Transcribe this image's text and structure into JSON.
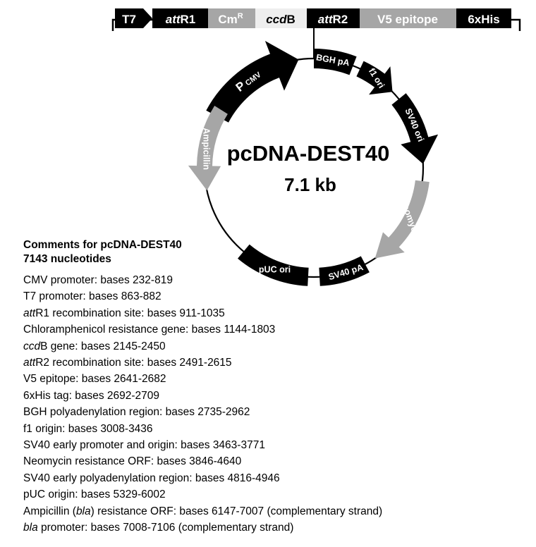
{
  "cassette": {
    "segments": [
      {
        "label": "T7",
        "fill": "#000000",
        "text_color": "#ffffff"
      },
      {
        "label": "attR1",
        "fill": "#000000",
        "text_color": "#ffffff"
      },
      {
        "label": "CmR",
        "fill": "#a6a6a6",
        "text_color": "#ffffff"
      },
      {
        "label": "ccdB",
        "fill": "#eeeeee",
        "text_color": "#000000"
      },
      {
        "label": "attR2",
        "fill": "#000000",
        "text_color": "#ffffff"
      },
      {
        "label": "V5 epitope",
        "fill": "#a6a6a6",
        "text_color": "#ffffff"
      },
      {
        "label": "6xHis",
        "fill": "#000000",
        "text_color": "#ffffff"
      }
    ]
  },
  "plasmid": {
    "name": "pcDNA-DEST40",
    "size": "7.1 kb",
    "features": [
      {
        "label": "P CMV",
        "color": "#000000"
      },
      {
        "label": "BGH pA",
        "color": "#000000"
      },
      {
        "label": "f1 ori",
        "color": "#000000"
      },
      {
        "label": "SV40 ori",
        "color": "#000000"
      },
      {
        "label": "Neomycin",
        "color": "#a6a6a6"
      },
      {
        "label": "SV40 pA",
        "color": "#000000"
      },
      {
        "label": "pUC ori",
        "color": "#000000"
      },
      {
        "label": "Ampicillin",
        "color": "#a6a6a6"
      }
    ]
  },
  "comments": {
    "title": "Comments for pcDNA-DEST40",
    "subtitle": "7143 nucleotides",
    "lines": [
      [
        {
          "t": "CMV promoter: bases 232-819"
        }
      ],
      [
        {
          "t": "T7 promoter: bases 863-882"
        }
      ],
      [
        {
          "t": "att",
          "i": true
        },
        {
          "t": "R1 recombination site: bases 911-1035"
        }
      ],
      [
        {
          "t": "Chloramphenicol resistance gene: bases 1144-1803"
        }
      ],
      [
        {
          "t": "ccd",
          "i": true
        },
        {
          "t": "B gene: bases 2145-2450"
        }
      ],
      [
        {
          "t": "att",
          "i": true
        },
        {
          "t": "R2 recombination site: bases 2491-2615"
        }
      ],
      [
        {
          "t": "V5 epitope: bases 2641-2682"
        }
      ],
      [
        {
          "t": "6xHis tag: bases 2692-2709"
        }
      ],
      [
        {
          "t": "BGH polyadenylation region: bases 2735-2962"
        }
      ],
      [
        {
          "t": "f1 origin: bases 3008-3436"
        }
      ],
      [
        {
          "t": "SV40 early promoter and origin: bases 3463-3771"
        }
      ],
      [
        {
          "t": "Neomycin resistance ORF: bases 3846-4640"
        }
      ],
      [
        {
          "t": "SV40 early polyadenylation region: bases 4816-4946"
        }
      ],
      [
        {
          "t": "pUC origin: bases 5329-6002"
        }
      ],
      [
        {
          "t": "Ampicillin ("
        },
        {
          "t": "bla",
          "i": true
        },
        {
          "t": ") resistance ORF: bases 6147-7007 (complementary strand)"
        }
      ],
      [
        {
          "t": "bla",
          "i": true
        },
        {
          "t": " promoter: bases 7008-7106 (complementary strand)"
        }
      ]
    ]
  }
}
